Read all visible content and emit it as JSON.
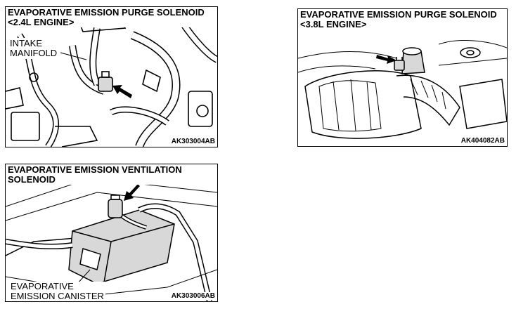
{
  "figures": [
    {
      "id": "purge-24",
      "title": "EVAPORATIVE EMISSION PURGE SOLENOID\n<2.4L ENGINE>",
      "code": "AK303004AB",
      "callout": "INTAKE\nMANIFOLD"
    },
    {
      "id": "purge-38",
      "title": "EVAPORATIVE EMISSION PURGE SOLENOID\n<3.8L ENGINE>",
      "code": "AK404082AB"
    },
    {
      "id": "ventilation",
      "title": "EVAPORATIVE EMISSION VENTILATION\nSOLENOID",
      "code": "AK303006AB",
      "callout": "EVAPORATIVE\nEMISSION CANISTER"
    }
  ],
  "colors": {
    "line": "#000000",
    "background": "#ffffff",
    "shade": "#d8d8d8"
  },
  "icons": [
    "pointer-arrow-icon"
  ]
}
